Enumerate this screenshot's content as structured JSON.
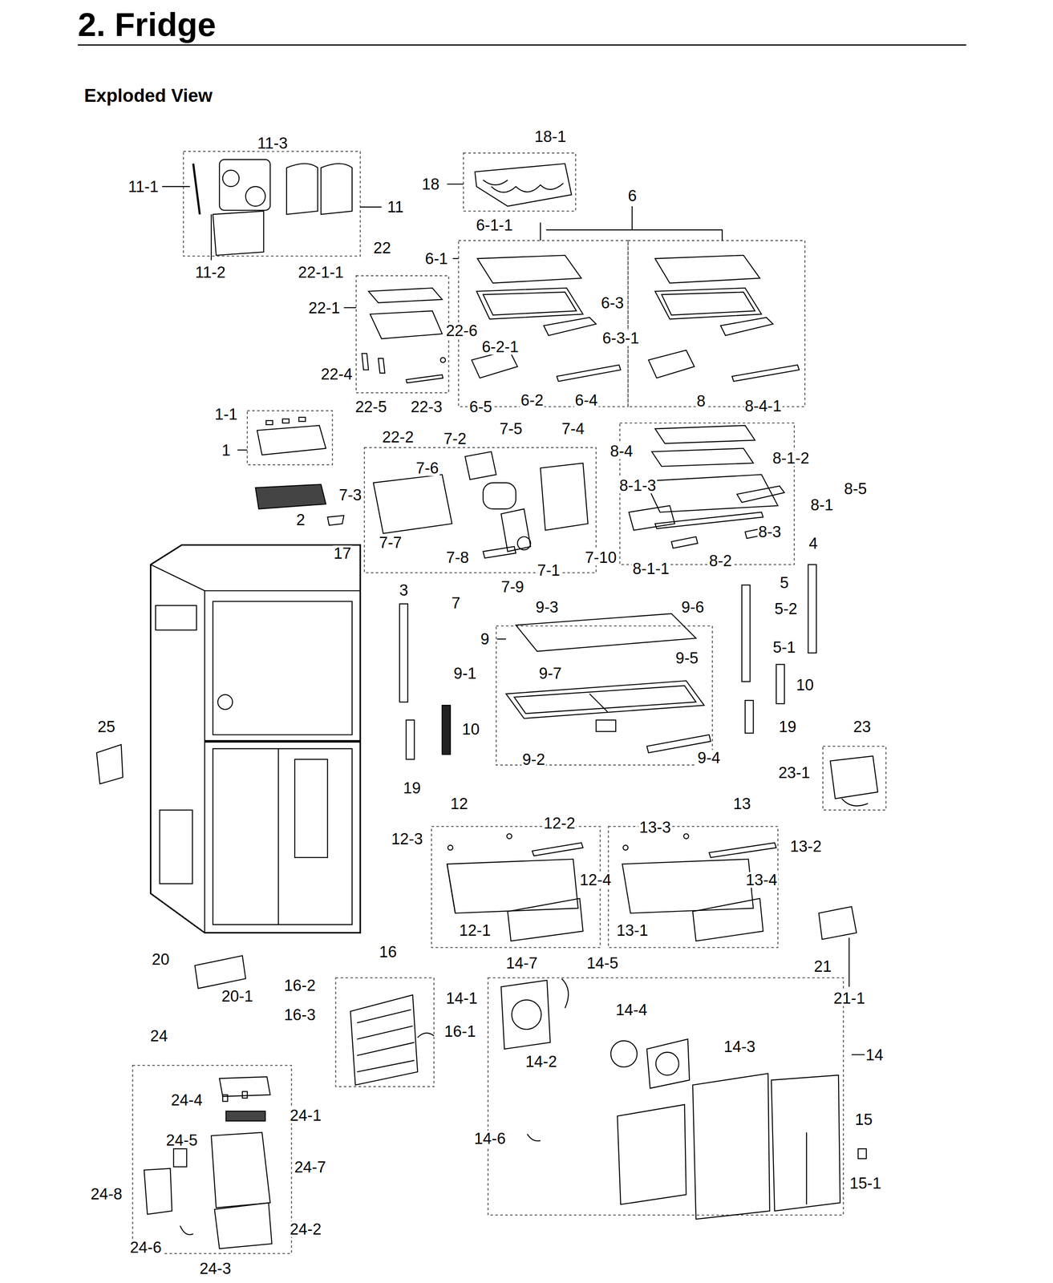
{
  "diagram": {
    "title": "2. Fridge",
    "labels": [
      "Exploded View",
      "11-3",
      "11-1",
      "11",
      "11-2",
      "18-1",
      "18",
      "6",
      "6-1-1",
      "6-1",
      "22",
      "22-1-1",
      "22-1",
      "6-3",
      "22-6",
      "6-3-1",
      "6-2-1",
      "22-4",
      "22-5",
      "22-3",
      "6-5",
      "6-2",
      "6-4",
      "8",
      "8-4-1",
      "1-1",
      "22-2",
      "7-2",
      "7-5",
      "7-4",
      "7-6",
      "8-4",
      "8-1-2",
      "1",
      "7-3",
      "8-1-3",
      "8-5",
      "8-1",
      "2",
      "17",
      "7-7",
      "7-8",
      "8-3",
      "7-10",
      "7-1",
      "8-2",
      "8-1-1",
      "4",
      "7-9",
      "7",
      "3",
      "5",
      "5-2",
      "9-3",
      "9-6",
      "9",
      "9-5",
      "9-1",
      "9-7",
      "5-1",
      "10",
      "25",
      "10",
      "19",
      "23",
      "23-1",
      "9-2",
      "9-4",
      "19",
      "12",
      "13",
      "12-2",
      "13-3",
      "13-2",
      "12-3",
      "12-4",
      "13-4",
      "12-1",
      "13-1",
      "21",
      "21-1",
      "16",
      "20",
      "14-7",
      "14-5",
      "16-2",
      "20-1",
      "14-1",
      "16-3",
      "16-1",
      "24",
      "14-4",
      "14-3",
      "14",
      "14-2",
      "24-4",
      "24-1",
      "15",
      "24-5",
      "14-6",
      "24-7",
      "24-8",
      "15-1",
      "24-2",
      "24-6",
      "24-3"
    ]
  }
}
